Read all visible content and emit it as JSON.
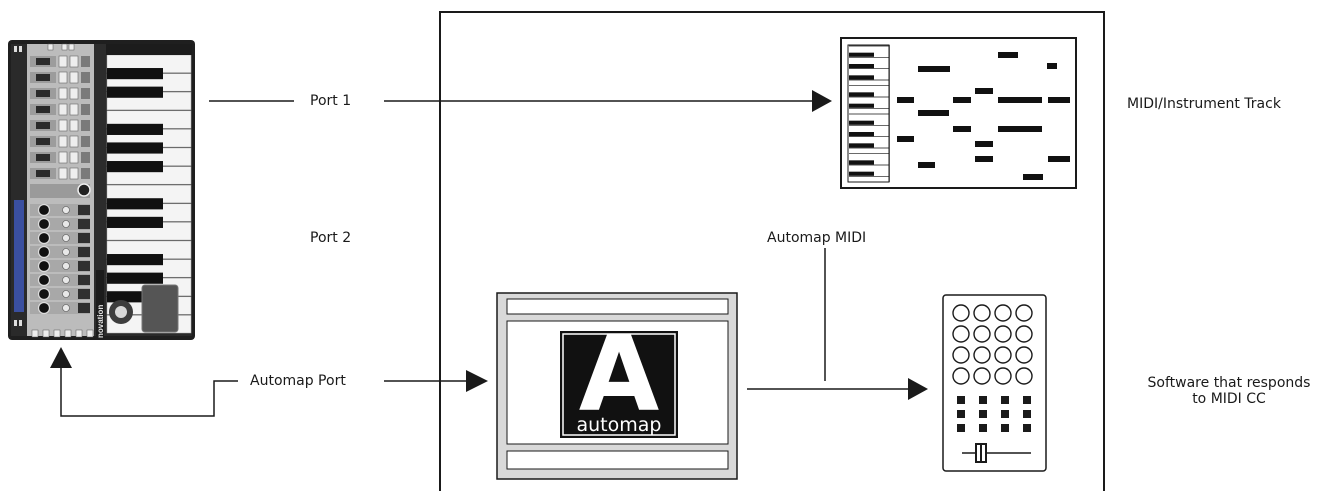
{
  "labels": {
    "port1": "Port 1",
    "port2": "Port 2",
    "automap_port": "Automap Port",
    "automap_midi": "Automap MIDI",
    "midi_track": "MIDI/Instrument Track",
    "software_line1": "Software that responds",
    "software_line2": "to MIDI CC"
  },
  "controller": {
    "brand": "novation"
  },
  "automap_logo": {
    "letter": "A",
    "word": "automap"
  },
  "colors": {
    "line": "#1a1a1a",
    "controller_body": "#222222",
    "controller_panel": "#bfbfbf",
    "controller_strip": "#3a4fa0",
    "window_fill": "#e8e8e8"
  }
}
